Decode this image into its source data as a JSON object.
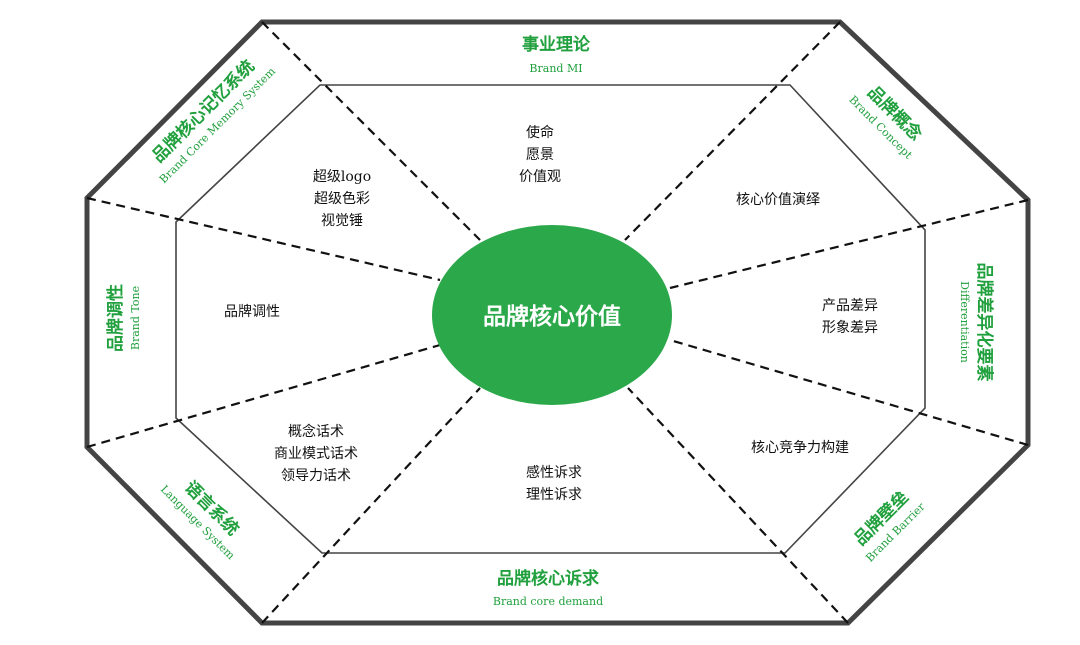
{
  "colors": {
    "accent": "#21a03e",
    "core_fill": "#2aa84a",
    "outline": "#444444",
    "text": "#111111"
  },
  "core": {
    "label": "品牌核心价值"
  },
  "outer_labels": {
    "top": {
      "cn": "事业理论",
      "en": "Brand MI"
    },
    "top_right": {
      "cn": "品牌概念",
      "en": "Brand Concept"
    },
    "right": {
      "cn": "品牌差异化要素",
      "en": "Differentiation"
    },
    "bottom_right": {
      "cn": "品牌壁垒",
      "en": "Brand Barrier"
    },
    "bottom": {
      "cn": "品牌核心诉求",
      "en": "Brand core demand"
    },
    "bottom_left": {
      "cn": "语言系统",
      "en": "Language System"
    },
    "left": {
      "cn": "品牌调性",
      "en": "Brand Tone"
    },
    "top_left": {
      "cn": "品牌核心记忆系统",
      "en": "Brand Core Memory System"
    }
  },
  "inner_segments": {
    "top": [
      "使命",
      "愿景",
      "价值观"
    ],
    "top_right": [
      "核心价值演绎"
    ],
    "right": [
      "产品差异",
      "形象差异"
    ],
    "bottom_right": [
      "核心竞争力构建"
    ],
    "bottom": [
      "感性诉求",
      "理性诉求"
    ],
    "bottom_left": [
      "概念话术",
      "商业模式话术",
      "领导力话术"
    ],
    "left": [
      "品牌调性"
    ],
    "top_left": [
      "超级logo",
      "超级色彩",
      "视觉锤"
    ]
  }
}
